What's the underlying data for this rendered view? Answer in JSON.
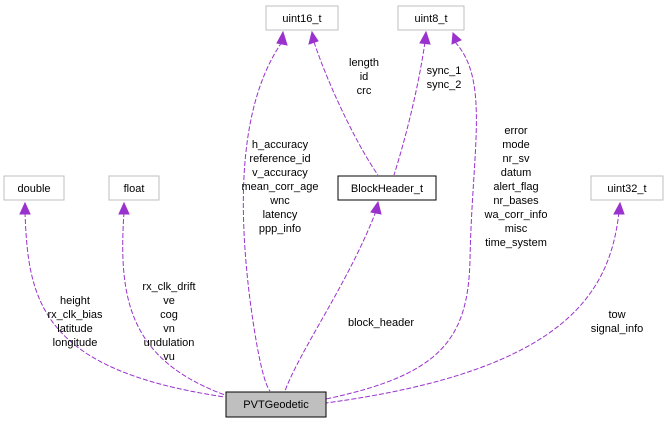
{
  "colors": {
    "edge": "#9a32cd",
    "box_border": "#bfbfbf",
    "focus_fill": "#bfbfbf"
  },
  "nodes": {
    "double": "double",
    "float": "float",
    "uint16": "uint16_t",
    "uint8": "uint8_t",
    "uint32": "uint32_t",
    "block_header": "BlockHeader_t",
    "pvt": "PVTGeodetic"
  },
  "labels": {
    "double": [
      "height",
      "rx_clk_bias",
      "latitude",
      "longitude"
    ],
    "float": [
      "rx_clk_drift",
      "ve",
      "cog",
      "vn",
      "undulation",
      "vu"
    ],
    "uint16_pvt": [
      "h_accuracy",
      "reference_id",
      "v_accuracy",
      "mean_corr_age",
      "wnc",
      "latency",
      "ppp_info"
    ],
    "uint16_bh": [
      "length",
      "id",
      "crc"
    ],
    "uint8_bh": [
      "sync_1",
      "sync_2"
    ],
    "uint8_pvt": [
      "error",
      "mode",
      "nr_sv",
      "datum",
      "alert_flag",
      "nr_bases",
      "wa_corr_info",
      "misc",
      "time_system"
    ],
    "block_header": [
      "block_header"
    ],
    "uint32": [
      "tow",
      "signal_info"
    ]
  }
}
